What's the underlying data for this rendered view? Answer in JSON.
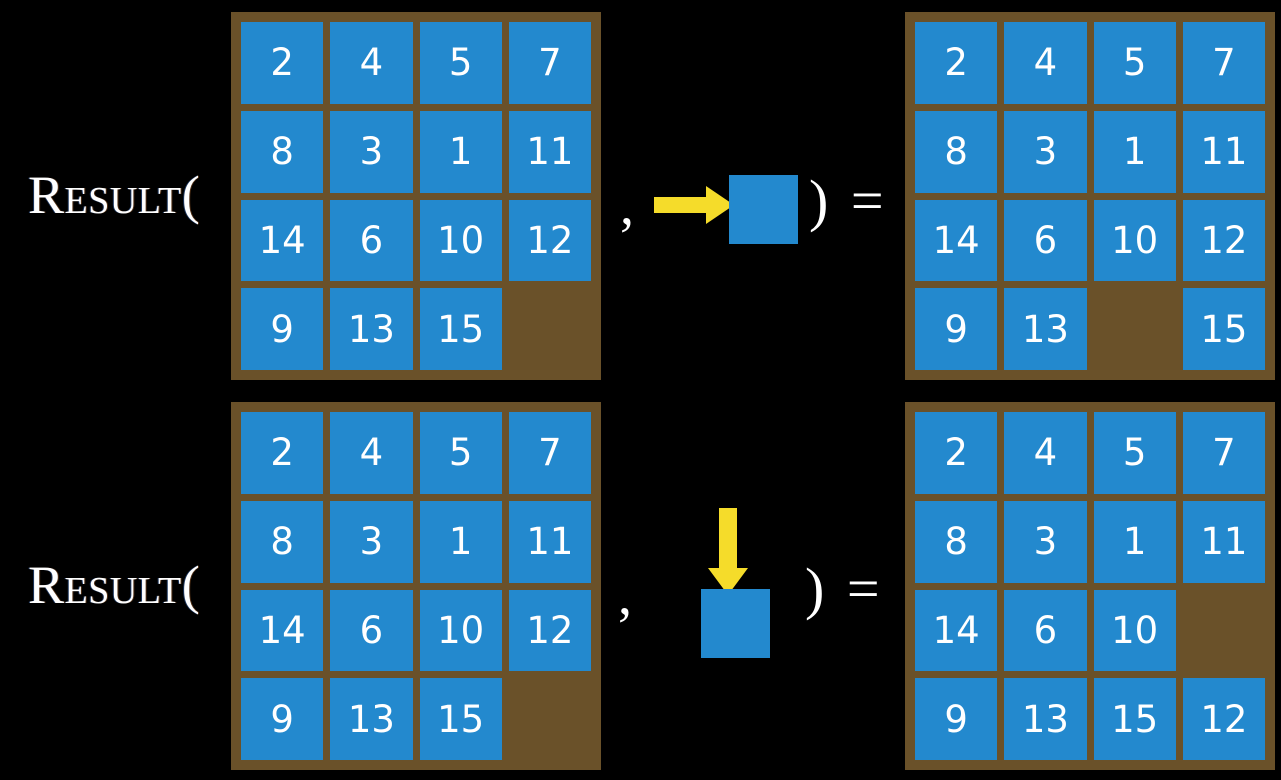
{
  "figure": {
    "background_color": "#000000",
    "tile_color": "#2389ce",
    "board_color": "#6a5129",
    "arrow_color": "#f5dc2a",
    "text_color": "#ffffff"
  },
  "rows": [
    {
      "id": "row-1",
      "label": "Result(",
      "comma": ",",
      "closing": ") =",
      "action": {
        "icon": "arrow-right-icon",
        "direction": "right",
        "description": "slide tile right"
      },
      "input_board": {
        "rows": 4,
        "cols": 4,
        "tiles": [
          [
            "2",
            "4",
            "5",
            "7"
          ],
          [
            "8",
            "3",
            "1",
            "11"
          ],
          [
            "14",
            "6",
            "10",
            "12"
          ],
          [
            "9",
            "13",
            "15",
            ""
          ]
        ],
        "blank": [
          3,
          3
        ]
      },
      "output_board": {
        "rows": 4,
        "cols": 4,
        "tiles": [
          [
            "2",
            "4",
            "5",
            "7"
          ],
          [
            "8",
            "3",
            "1",
            "11"
          ],
          [
            "14",
            "6",
            "10",
            "12"
          ],
          [
            "9",
            "13",
            "",
            "15"
          ]
        ],
        "blank": [
          3,
          2
        ]
      }
    },
    {
      "id": "row-2",
      "label": "Result(",
      "comma": ",",
      "closing": ") =",
      "action": {
        "icon": "arrow-down-icon",
        "direction": "down",
        "description": "slide tile down"
      },
      "input_board": {
        "rows": 4,
        "cols": 4,
        "tiles": [
          [
            "2",
            "4",
            "5",
            "7"
          ],
          [
            "8",
            "3",
            "1",
            "11"
          ],
          [
            "14",
            "6",
            "10",
            "12"
          ],
          [
            "9",
            "13",
            "15",
            ""
          ]
        ],
        "blank": [
          3,
          3
        ]
      },
      "output_board": {
        "rows": 4,
        "cols": 4,
        "tiles": [
          [
            "2",
            "4",
            "5",
            "7"
          ],
          [
            "8",
            "3",
            "1",
            "11"
          ],
          [
            "14",
            "6",
            "10",
            ""
          ],
          [
            "9",
            "13",
            "15",
            "12"
          ]
        ],
        "blank": [
          2,
          3
        ]
      }
    }
  ]
}
